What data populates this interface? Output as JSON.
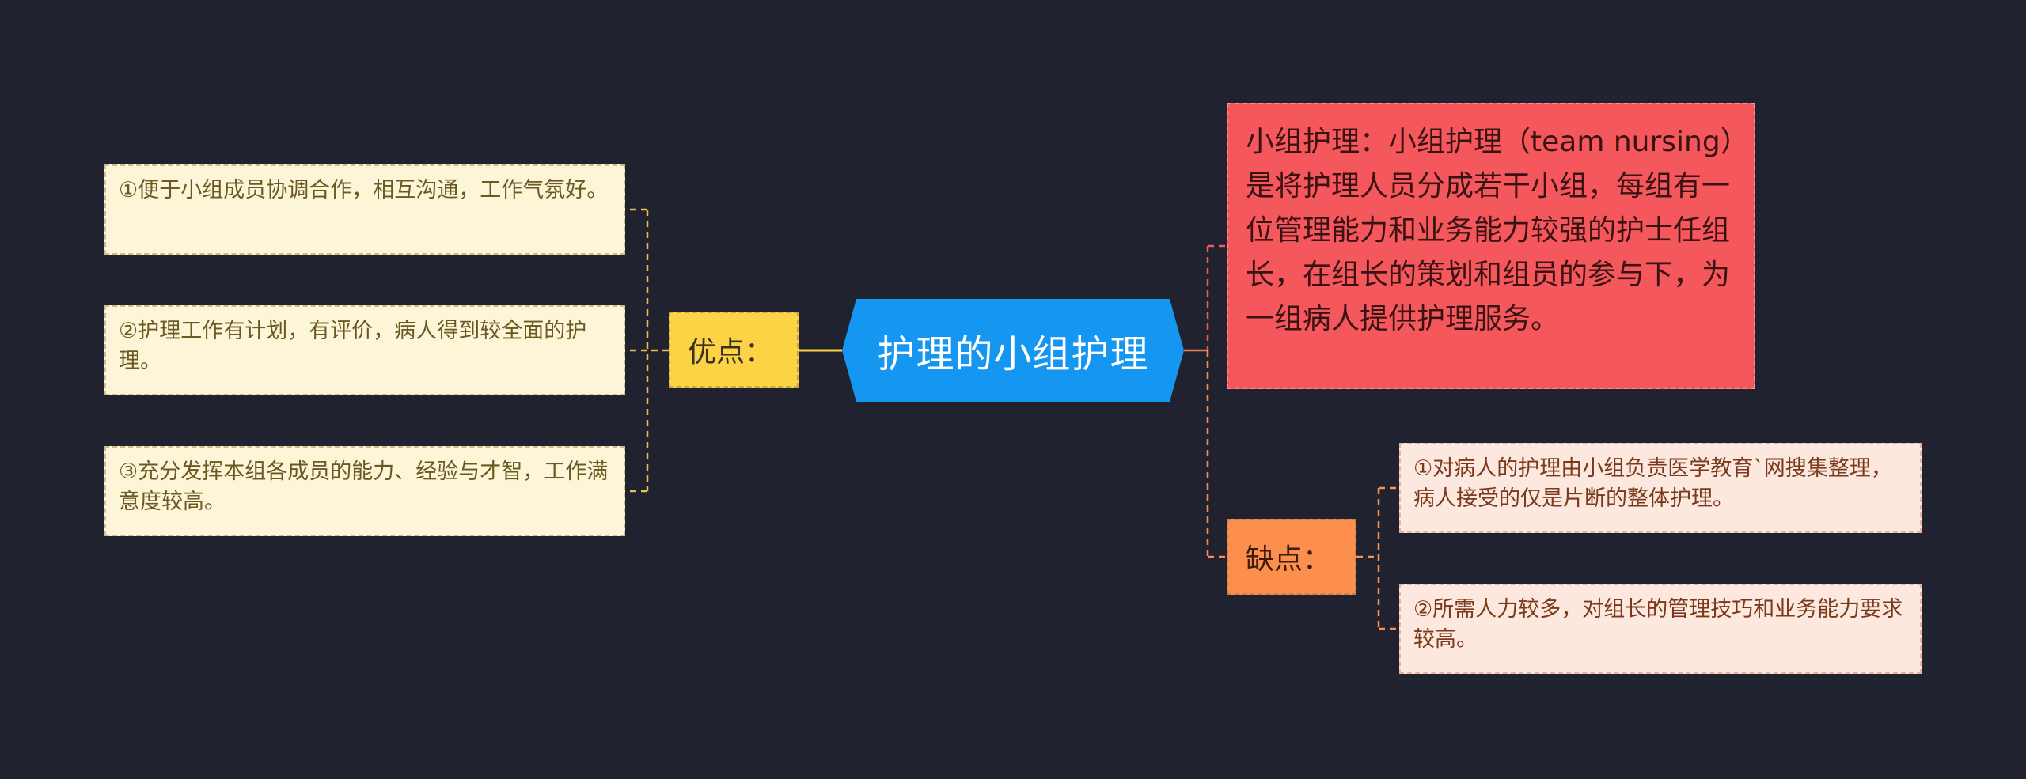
{
  "center": {
    "title": "护理的小组护理"
  },
  "pros": {
    "label": "优点：",
    "items": [
      "①便于小组成员协调合作，相互沟通，工作气氛好。",
      "②护理工作有计划，有评价，病人得到较全面的护理。",
      "③充分发挥本组各成员的能力、经验与才智，工作满意度较高。"
    ]
  },
  "definition": {
    "text": "小组护理：小组护理（team nursing）是将护理人员分成若干小组，每组有一位管理能力和业务能力较强的护士任组长，在组长的策划和组员的参与下，为一组病人提供护理服务。"
  },
  "cons": {
    "label": "缺点：",
    "items": [
      "①对病人的护理由小组负责医学教育`网搜集整理，病人接受的仅是片断的整体护理。",
      "②所需人力较多，对组长的管理技巧和业务能力要求较高。"
    ]
  },
  "colors": {
    "background": "#20232f",
    "center": "#1596f0",
    "pros": "#fdd346",
    "pros_item": "#fdf5d8",
    "definition": "#f4585c",
    "cons": "#fc8f4d",
    "cons_item": "#fce8df"
  }
}
